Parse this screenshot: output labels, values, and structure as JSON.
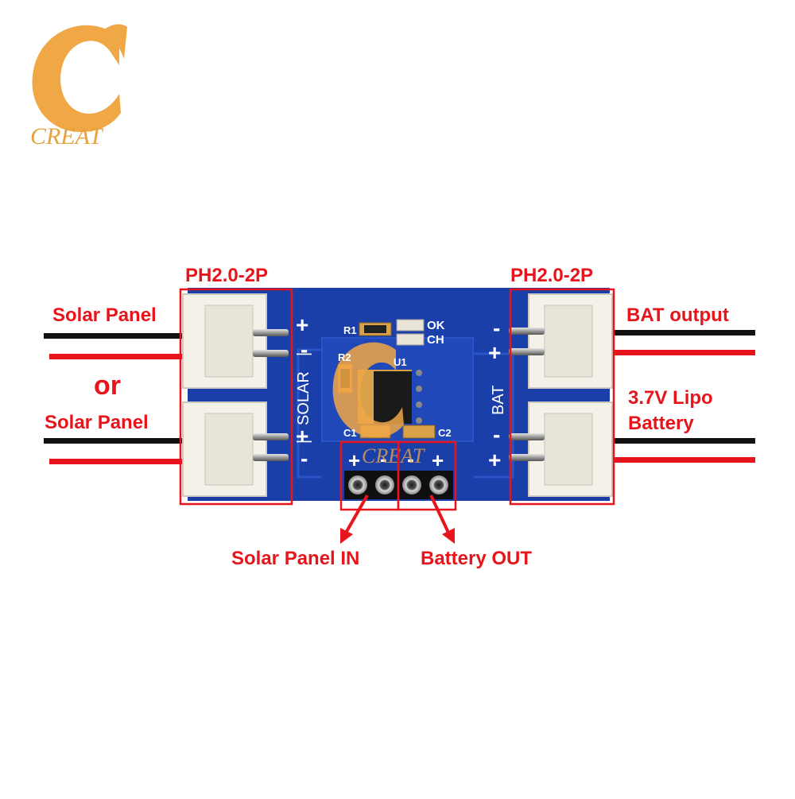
{
  "brand": {
    "logo_letter": "C",
    "logo_word": "CREAT",
    "color": "#F0A746"
  },
  "connectors": {
    "left_header": "PH2.0-2P",
    "right_header": "PH2.0-2P"
  },
  "inputs": {
    "solar_panel_1": "Solar Panel",
    "or_text": "or",
    "solar_panel_2": "Solar Panel"
  },
  "outputs": {
    "bat_output": "BAT output",
    "lipo_line1": "3.7V Lipo",
    "lipo_line2": "Battery"
  },
  "pins": {
    "solar_in": "Solar Panel IN",
    "battery_out": "Battery OUT"
  },
  "silkscreen": {
    "solar": "SOLAR",
    "bat": "BAT",
    "r1": "R1",
    "r2": "R2",
    "u1": "U1",
    "c1": "C1",
    "c2": "C2",
    "ok": "OK",
    "ch": "CH",
    "plus": "+",
    "minus": "-",
    "bar": "|"
  },
  "colors": {
    "annotation": "#E8141B",
    "pcb": "#1B3FA8",
    "wire_black": "#111111",
    "wire_red": "#E8141B",
    "connector": "#F4F1E8"
  }
}
